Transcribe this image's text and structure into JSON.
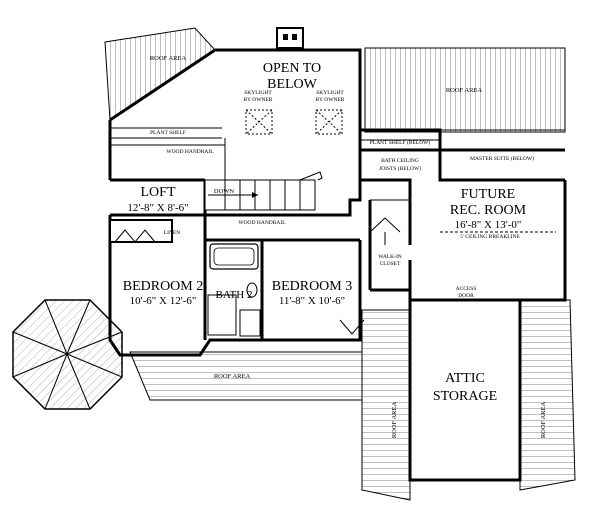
{
  "labels": {
    "open_to_below_1": "OPEN TO",
    "open_to_below_2": "BELOW",
    "skylight_1a": "SKYLIGHT",
    "skylight_1b": "BY OWNER",
    "skylight_2a": "SKYLIGHT",
    "skylight_2b": "BY OWNER",
    "roof_area_top_left": "ROOF AREA",
    "roof_area_top_right": "ROOF AREA",
    "roof_area_bottom": "ROOF AREA",
    "roof_area_left_vertical": "ROOF AREA",
    "roof_area_right_vertical": "ROOF AREA",
    "plant_shelf": "PLANT SHELF",
    "plant_shelf_below": "PLANT SHELF (BELOW)",
    "wood_handrail_top": "WOOD HANDRAIL",
    "wood_handrail_bottom": "WOOD HANDRAIL",
    "bath_ceiling_1": "BATH CEILING",
    "bath_ceiling_2": "JOISTS (BELOW)",
    "master_suite_below": "MASTER SUITE (BELOW)",
    "loft_name": "LOFT",
    "loft_dim": "12'-8\" X 8'-6\"",
    "down": "DOWN",
    "future_1": "FUTURE",
    "future_2": "REC. ROOM",
    "future_dim": "16'-8\" X 13'-0\"",
    "ceiling_breakline": "5' CEILING BREAKLINE",
    "linen": "LINEN",
    "walk_in_1": "WALK-IN",
    "walk_in_2": "CLOSET",
    "access_1": "ACCESS",
    "access_2": "DOOR",
    "bedroom2_name": "BEDROOM 2",
    "bedroom2_dim": "10'-6\" X 12'-6\"",
    "bath2": "BATH 2",
    "bedroom3_name": "BEDROOM 3",
    "bedroom3_dim": "11'-8\" X 10'-6\"",
    "attic_1": "ATTIC",
    "attic_2": "STORAGE"
  }
}
